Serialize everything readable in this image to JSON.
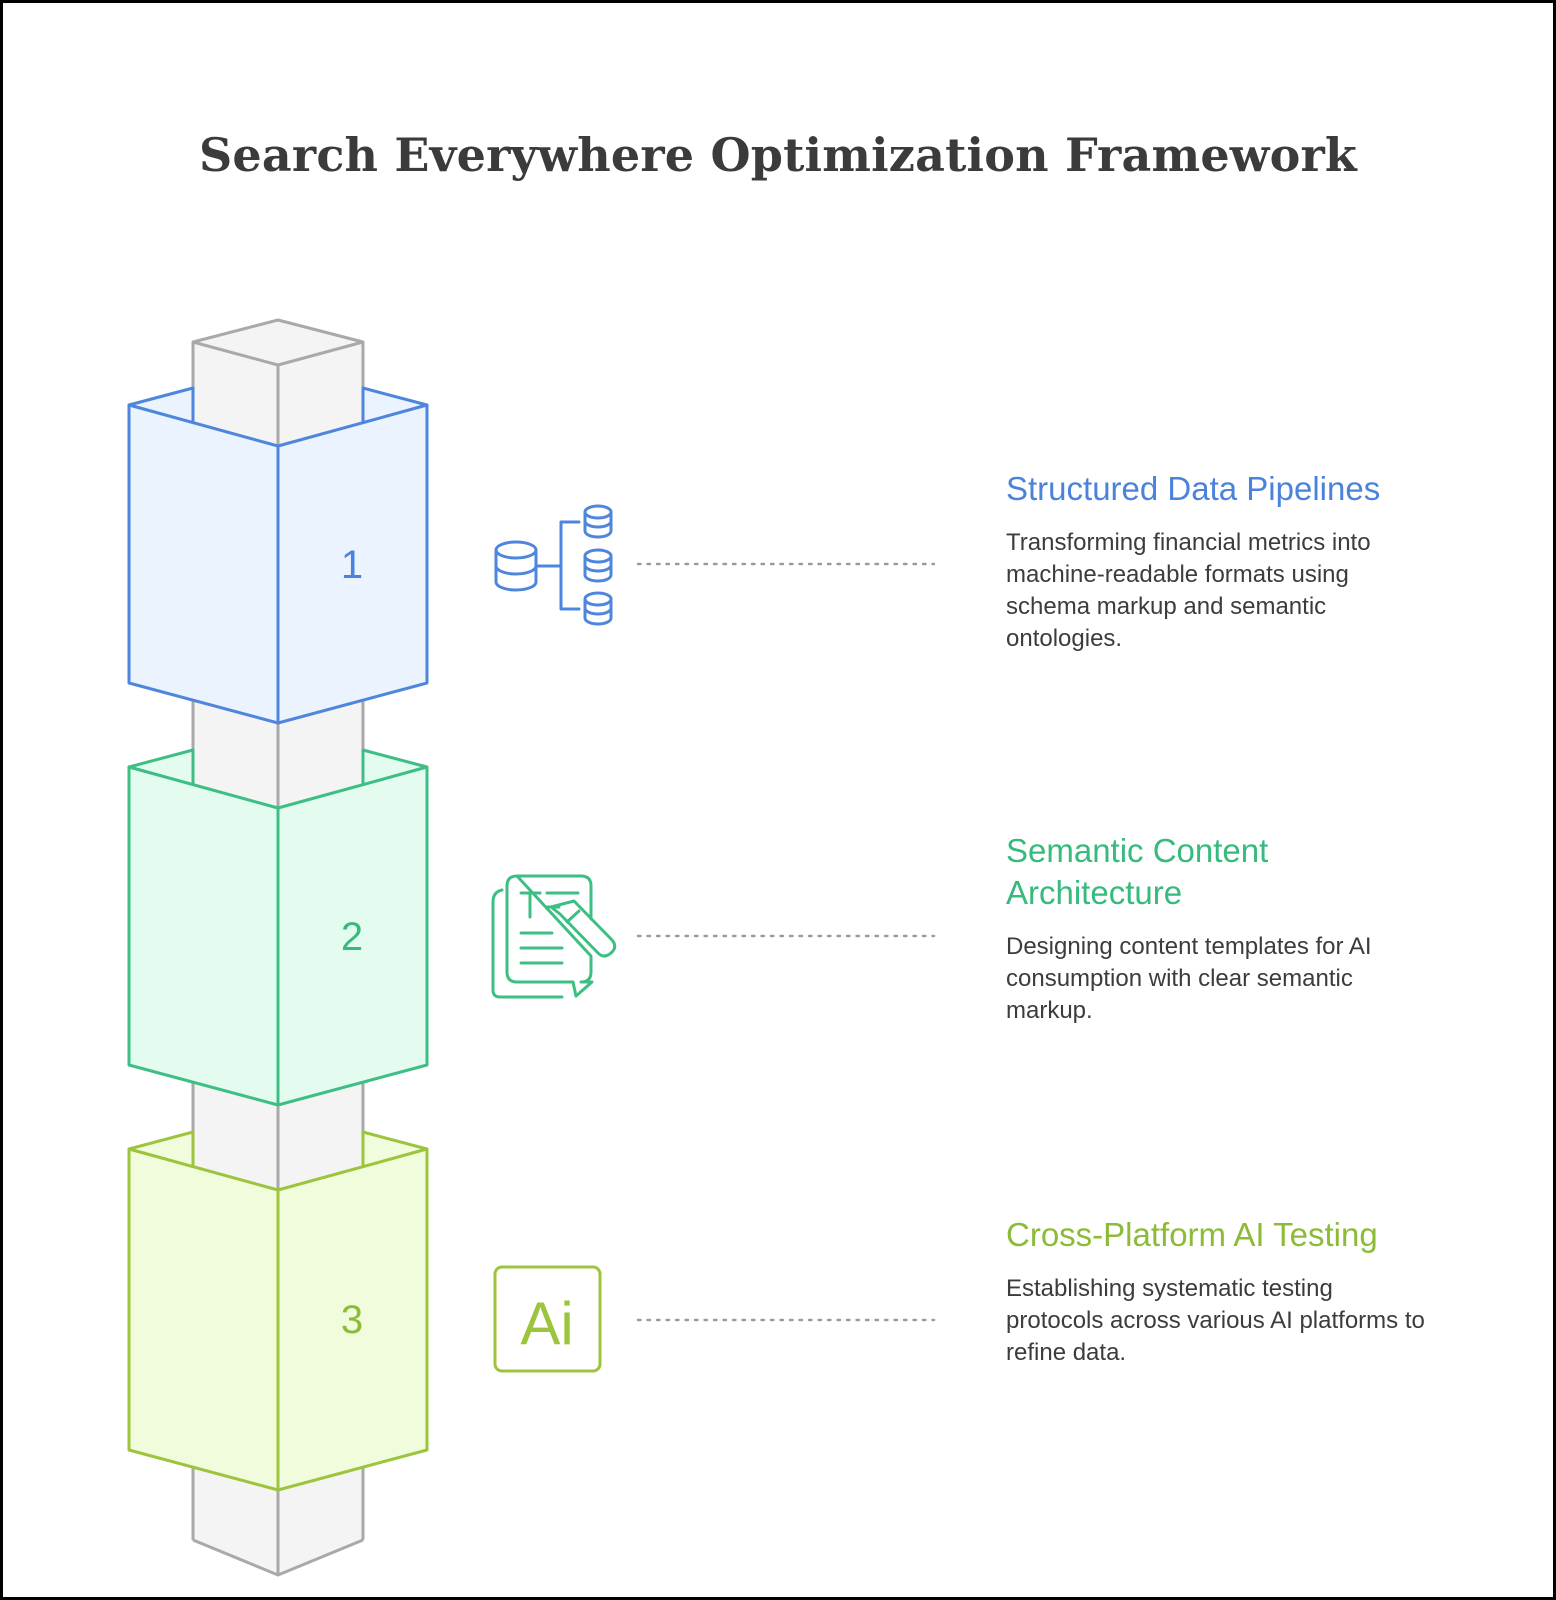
{
  "title": "Search Everywhere Optimization Framework",
  "colors": {
    "pillar_stroke": "#a9a9a9",
    "pillar_fill": "#f4f4f4",
    "dots": "#9a9a9a",
    "description_text": "#3c3c3c"
  },
  "steps": [
    {
      "number": "1",
      "title": "Structured Data Pipelines",
      "description": "Transforming financial metrics into machine-readable formats using schema markup and semantic ontologies.",
      "icon": "database-network-icon",
      "stroke_color": "#4f86dd",
      "fill_color": "#ebf3fe",
      "text_color": "#4a82dc"
    },
    {
      "number": "2",
      "title": "Semantic Content Architecture",
      "description": "Designing content templates for AI consumption with clear semantic markup.",
      "icon": "document-edit-icon",
      "stroke_color": "#3dbf84",
      "fill_color": "#e3fcef",
      "text_color": "#36bb7c"
    },
    {
      "number": "3",
      "title": "Cross-Platform AI Testing",
      "description": "Establishing systematic testing protocols across various AI platforms to refine data.",
      "icon": "ai-badge-icon",
      "stroke_color": "#9cc43d",
      "fill_color": "#f1fcdc",
      "text_color": "#8cbb38",
      "icon_text": "Ai"
    }
  ]
}
